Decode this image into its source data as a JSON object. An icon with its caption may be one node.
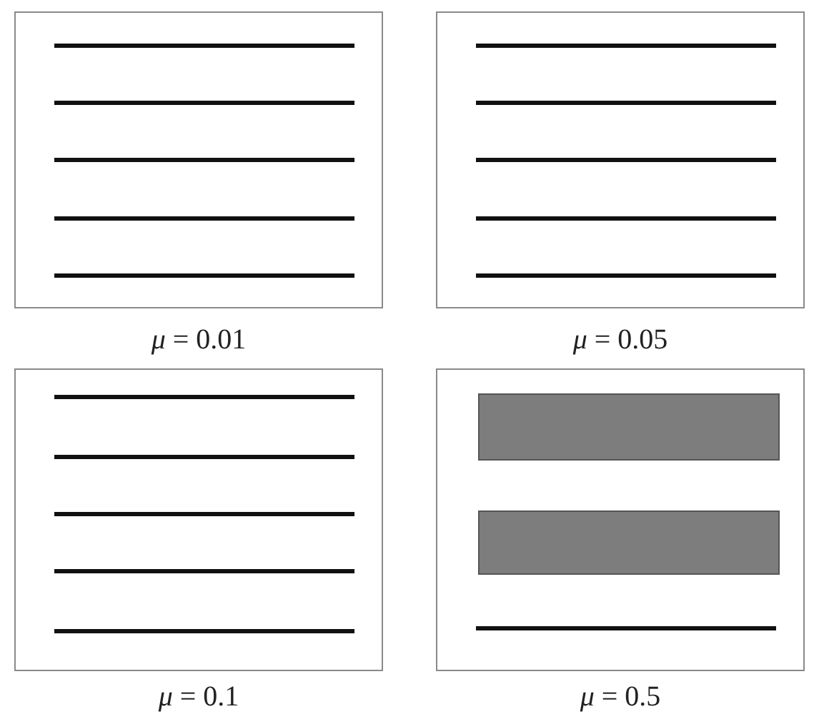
{
  "diagram": {
    "labels": [
      "*μ* = 0.01",
      "*μ* = 0.05",
      "*μ* = 0.1",
      "*μ* = 0.5"
    ]
  }
}
